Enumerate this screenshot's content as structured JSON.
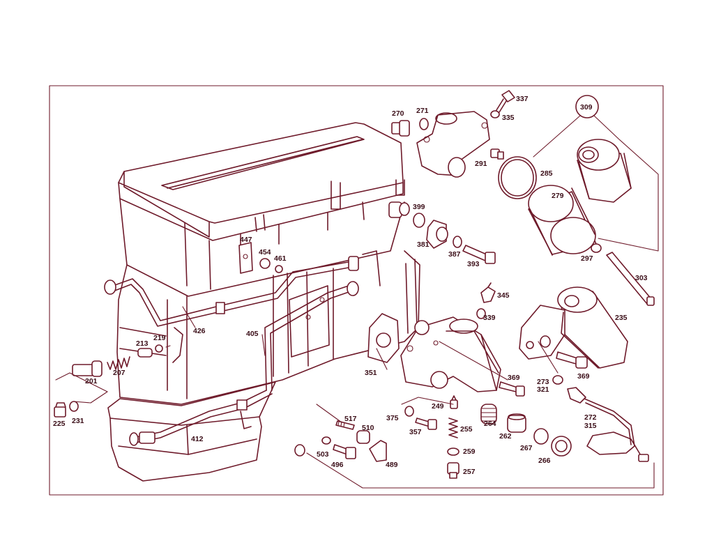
{
  "diagram": {
    "callout": "309",
    "labels": {
      "l337": "337",
      "l270": "270",
      "l271": "271",
      "l335": "335",
      "l309": "309",
      "l291": "291",
      "l285": "285",
      "l279": "279",
      "l399": "399",
      "l381": "381",
      "l387": "387",
      "l393": "393",
      "l297": "297",
      "l303": "303",
      "l447": "447",
      "l454": "454",
      "l461": "461",
      "l345": "345",
      "l339": "339",
      "l235": "235",
      "l426": "426",
      "l405": "405",
      "l213": "213",
      "l219": "219",
      "l201": "201",
      "l207": "207",
      "l351": "351",
      "l369a": "369",
      "l369b": "369",
      "l273": "273",
      "l321": "321",
      "l249": "249",
      "l375": "375",
      "l357": "357",
      "l255": "255",
      "l264": "264",
      "l262": "262",
      "l267": "267",
      "l266": "266",
      "l272": "272",
      "l315": "315",
      "l225": "225",
      "l231": "231",
      "l517": "517",
      "l510": "510",
      "l412": "412",
      "l503": "503",
      "l496": "496",
      "l489": "489",
      "l259": "259",
      "l257": "257"
    }
  }
}
